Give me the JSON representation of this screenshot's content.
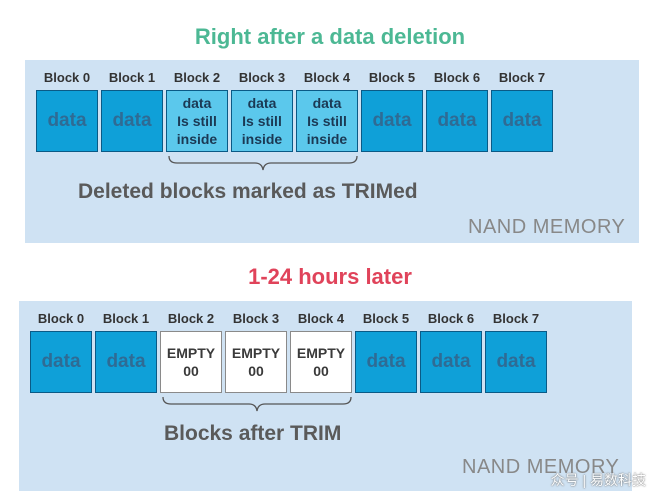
{
  "top_section": {
    "title": "Right after a data deletion",
    "blocks": [
      {
        "label": "Block 0",
        "content": "data",
        "state": "data"
      },
      {
        "label": "Block 1",
        "content": "data",
        "state": "data"
      },
      {
        "label": "Block 2",
        "content": "data\nIs still\ninside",
        "state": "stale"
      },
      {
        "label": "Block 3",
        "content": "data\nIs still\ninside",
        "state": "stale"
      },
      {
        "label": "Block 4",
        "content": "data\nIs still\ninside",
        "state": "stale"
      },
      {
        "label": "Block 5",
        "content": "data",
        "state": "data"
      },
      {
        "label": "Block 6",
        "content": "data",
        "state": "data"
      },
      {
        "label": "Block 7",
        "content": "data",
        "state": "data"
      }
    ],
    "caption": "Deleted blocks marked as TRIMed",
    "memory_label": "NAND MEMORY"
  },
  "bottom_section": {
    "title": "1-24 hours later",
    "blocks": [
      {
        "label": "Block 0",
        "content": "data",
        "state": "data"
      },
      {
        "label": "Block 1",
        "content": "data",
        "state": "data"
      },
      {
        "label": "Block 2",
        "content": "EMPTY\n00",
        "state": "empty"
      },
      {
        "label": "Block 3",
        "content": "EMPTY\n00",
        "state": "empty"
      },
      {
        "label": "Block 4",
        "content": "EMPTY\n00",
        "state": "empty"
      },
      {
        "label": "Block 5",
        "content": "data",
        "state": "data"
      },
      {
        "label": "Block 6",
        "content": "data",
        "state": "data"
      },
      {
        "label": "Block 7",
        "content": "data",
        "state": "data"
      }
    ],
    "caption": "Blocks after TRIM",
    "memory_label": "NAND MEMORY"
  },
  "watermark": "众号 | 易数科技",
  "colors": {
    "title_top": "#4cb894",
    "title_mid": "#e0435a",
    "panel_bg": "#cfe2f3",
    "block_data": "#0fa0d8",
    "block_stale": "#5bc8ec",
    "block_empty": "#ffffff"
  }
}
